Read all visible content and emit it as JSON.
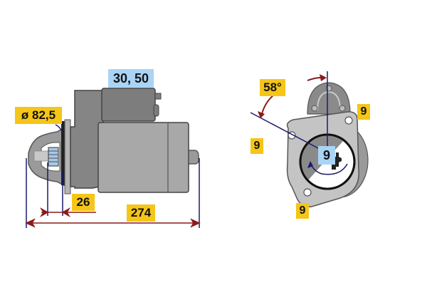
{
  "diagram": {
    "subject": "starter motor dimension drawing",
    "side_view": {
      "labels": {
        "terminals": "30, 50",
        "diameter": "ø 82,5",
        "pinion_offset": "26",
        "overall_length": "274"
      }
    },
    "front_view": {
      "labels": {
        "angle": "58°",
        "teeth_count": "9",
        "left_value": "9",
        "right_value": "9",
        "bottom_value": "9"
      }
    },
    "colors": {
      "label_yellow": "#f5c518",
      "label_blue": "#a9d4f5",
      "dimension_line": "#1a1a6e",
      "arrow": "#8b1a1a",
      "body_dark": "#808080",
      "body_light": "#a8a8a8"
    }
  }
}
